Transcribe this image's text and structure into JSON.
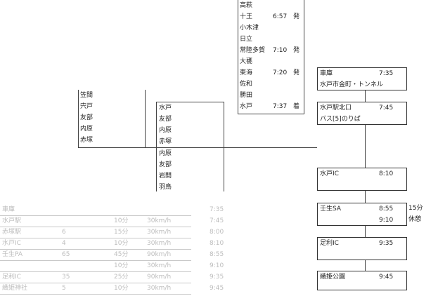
{
  "train_times": [
    {
      "station": "高萩",
      "time": "",
      "status": ""
    },
    {
      "station": "十王",
      "time": "6:57",
      "status": "発"
    },
    {
      "station": "小木津",
      "time": "",
      "status": ""
    },
    {
      "station": "日立",
      "time": "",
      "status": ""
    },
    {
      "station": "常陸多賀",
      "time": "7:10",
      "status": "発"
    },
    {
      "station": "大甕",
      "time": "",
      "status": ""
    },
    {
      "station": "東海",
      "time": "7:20",
      "status": "発"
    },
    {
      "station": "佐和",
      "time": "",
      "status": ""
    },
    {
      "station": "勝田",
      "time": "",
      "status": ""
    },
    {
      "station": "水戸",
      "time": "7:37",
      "status": "着"
    }
  ],
  "left_line_stations": [
    "笠間",
    "宍戸",
    "友部",
    "内原",
    "赤塚"
  ],
  "mid_line_upper": [
    "水戸",
    "友部",
    "内原",
    "赤塚"
  ],
  "mid_line_lower": [
    "内原",
    "友部",
    "岩間",
    "羽鳥"
  ],
  "stops": [
    {
      "line1_name": "車庫",
      "line1_time": "7:35",
      "line2": "水戸市金町・トンネル"
    },
    {
      "line1_name": "水戸駅北口",
      "line1_time": "7:45",
      "line2": "バス[5]のりば"
    },
    {
      "line1_name": "水戸IC",
      "line1_time": "8:10",
      "line2": ""
    },
    {
      "line1_name": "壬生SA",
      "line1_time": "8:55",
      "line2": "",
      "line2_time": "9:10",
      "side_top": "15分",
      "side_bottom": "休憩"
    },
    {
      "line1_name": "足利IC",
      "line1_time": "9:35",
      "line2": ""
    },
    {
      "line1_name": "織姫公園",
      "line1_time": "9:45",
      "line2": ""
    }
  ],
  "gray_table": [
    {
      "name": "車庫",
      "distance": "",
      "duration": "",
      "speed": "",
      "time": "7:35"
    },
    {
      "name": "水戸駅",
      "distance": "",
      "duration": "10分",
      "speed": "30km/h",
      "time": "7:45"
    },
    {
      "name": "赤塚駅",
      "distance": "6",
      "duration": "15分",
      "speed": "30km/h",
      "time": "8:00"
    },
    {
      "name": "水戸IC",
      "distance": "4",
      "duration": "10分",
      "speed": "30km/h",
      "time": "8:10"
    },
    {
      "name": "壬生PA",
      "distance": "65",
      "duration": "45分",
      "speed": "90km/h",
      "time": "8:55"
    },
    {
      "name": "",
      "distance": "",
      "duration": "10分",
      "speed": "30km/h",
      "time": "9:10"
    },
    {
      "name": "足利IC",
      "distance": "35",
      "duration": "25分",
      "speed": "90km/h",
      "time": "9:35"
    },
    {
      "name": "織姫神社",
      "distance": "5",
      "duration": "10分",
      "speed": "30km/h",
      "time": "9:45"
    }
  ]
}
